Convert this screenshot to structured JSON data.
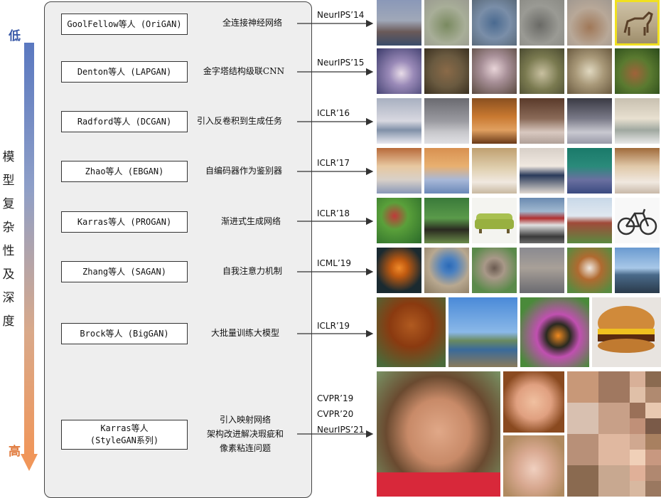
{
  "axis": {
    "low": "低",
    "high": "高",
    "label_chars": [
      "模",
      "型",
      "复",
      "杂",
      "性",
      "及",
      "深",
      "度"
    ]
  },
  "rows": [
    {
      "model": [
        "GoolFellow等人 (OriGAN)"
      ],
      "description": [
        "全连接神经网络"
      ],
      "venues": [
        "NeurIPS’14"
      ],
      "images": [
        "sky-blur",
        "green-blur",
        "blue-blur",
        "gray-blur",
        "brown-blur",
        "horse"
      ]
    },
    {
      "model": [
        "Denton等人 (LAPGAN)"
      ],
      "description": [
        "金字塔结构级联CNN"
      ],
      "venues": [
        "NeurIPS’15"
      ],
      "images": [
        "purple-blur",
        "brown-blur2",
        "pink-blur",
        "olive-blur",
        "cream-blur",
        "green-blur2"
      ]
    },
    {
      "model": [
        "Radford等人 (DCGAN)"
      ],
      "description": [
        "引入反卷积到生成任务"
      ],
      "venues": [
        "ICLR’16"
      ],
      "images": [
        "bedroom1",
        "bedroom2",
        "bedroom3",
        "bedroom4",
        "bedroom5",
        "bedroom6"
      ]
    },
    {
      "model": [
        "Zhao等人 (EBGAN)"
      ],
      "description": [
        "自编码器作为鉴别器"
      ],
      "venues": [
        "ICLR’17"
      ],
      "images": [
        "bedroom7",
        "bedroom8",
        "bedroom9",
        "bedroom10",
        "bedroom11",
        "bedroom12"
      ]
    },
    {
      "model": [
        "Karras等人 (PROGAN)"
      ],
      "description": [
        "渐进式生成网络"
      ],
      "venues": [
        "ICLR’18"
      ],
      "images": [
        "plant",
        "horse-rider",
        "sofa",
        "bus",
        "church",
        "bicycle"
      ]
    },
    {
      "model": [
        "Zhang等人 (SAGAN)"
      ],
      "description": [
        "自我注意力机制"
      ],
      "venues": [
        "ICML’19"
      ],
      "images": [
        "goldfish",
        "bluebird",
        "bird",
        "cats",
        "dog",
        "landscape"
      ]
    },
    {
      "model": [
        "Brock等人 (BigGAN)"
      ],
      "description": [
        "大批量训练大模型"
      ],
      "venues": [
        "ICLR’19"
      ],
      "images": [
        "spaniel",
        "coast",
        "butterfly",
        "burger"
      ]
    },
    {
      "model": [
        "Karras等人",
        "(StyleGAN系列)"
      ],
      "description": [
        "引入映射网络",
        "架构改进解决瑕疵和",
        "像素粘连问题"
      ],
      "venues": [
        "CVPR’19",
        "CVPR’20",
        "NeurIPS’21"
      ],
      "images": [
        "face-woman",
        "face-child",
        "face-woman2",
        "face-grid"
      ]
    }
  ],
  "colors": {
    "axis_top": "#3a5aa8",
    "axis_bottom": "#f0965a",
    "highlight": "#f0e020"
  }
}
